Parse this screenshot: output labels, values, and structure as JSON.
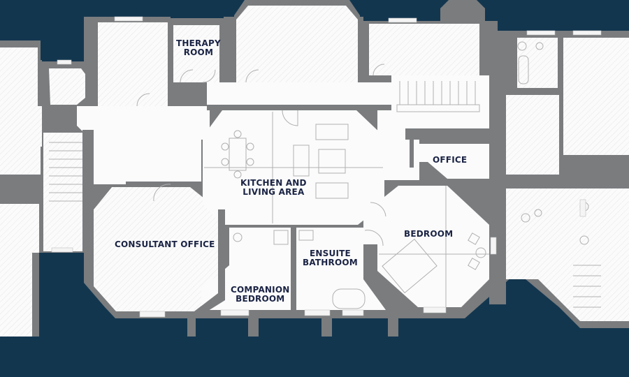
{
  "plan": {
    "colors": {
      "background": "#13364f",
      "wall": "#7a7c7e",
      "floor": "#fbfbfb",
      "hatch": "#e4e4e4",
      "fixture_line": "#b0b0b0",
      "label": "#1a2344"
    },
    "rooms": [
      {
        "id": "therapy-room",
        "label_line1": "THERAPY",
        "label_line2": "ROOM"
      },
      {
        "id": "kitchen-living",
        "label_line1": "KITCHEN AND",
        "label_line2": "LIVING AREA"
      },
      {
        "id": "office",
        "label_line1": "OFFICE",
        "label_line2": ""
      },
      {
        "id": "consultant-office",
        "label_line1": "CONSULTANT OFFICE",
        "label_line2": ""
      },
      {
        "id": "bedroom",
        "label_line1": "BEDROOM",
        "label_line2": ""
      },
      {
        "id": "ensuite-bathroom",
        "label_line1": "ENSUITE",
        "label_line2": "BATHROOM"
      },
      {
        "id": "companion-bedroom",
        "label_line1": "COMPANION",
        "label_line2": "BEDROOM"
      }
    ]
  }
}
